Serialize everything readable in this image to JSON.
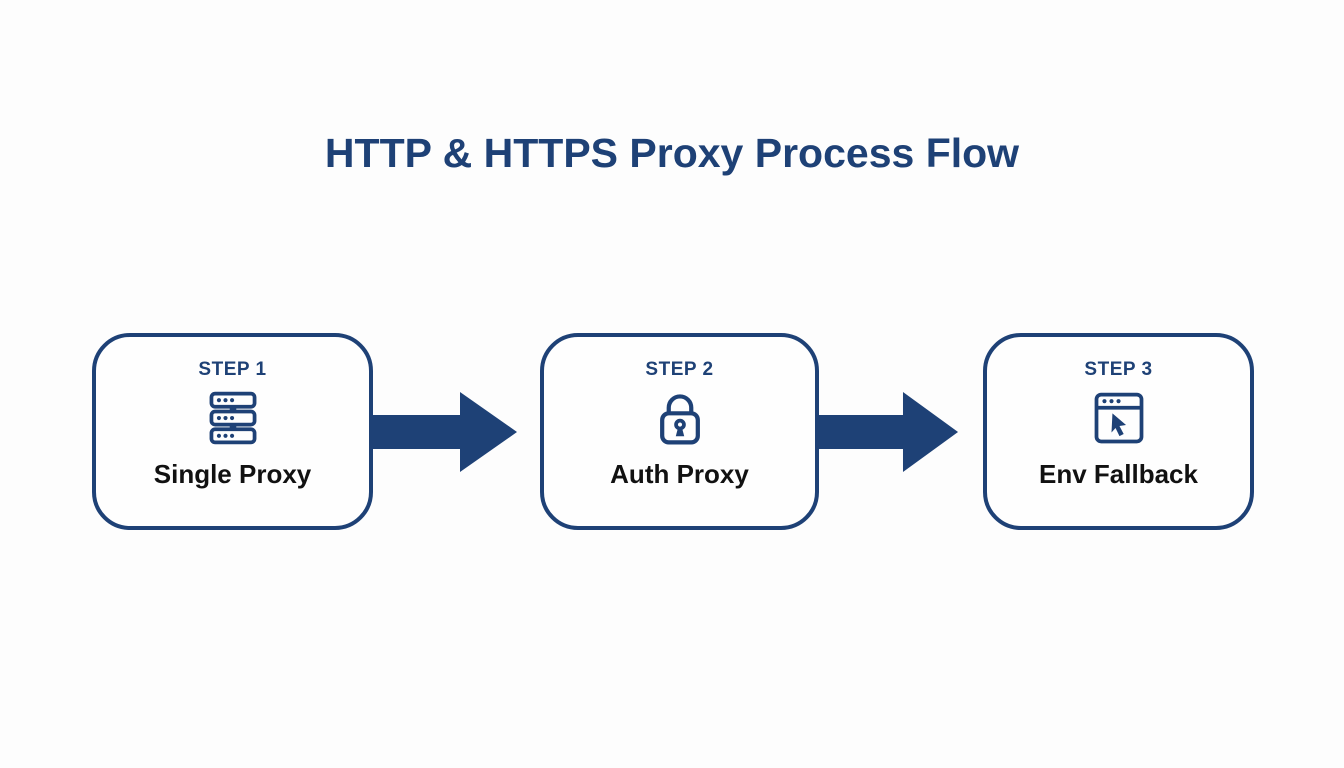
{
  "title": "HTTP & HTTPS Proxy Process Flow",
  "colors": {
    "navy": "#1e4176",
    "label_text": "#111111",
    "background": "#fdfdfd"
  },
  "steps": [
    {
      "step_label": "STEP 1",
      "name": "Single Proxy",
      "icon": "server-stack-icon"
    },
    {
      "step_label": "STEP 2",
      "name": "Auth Proxy",
      "icon": "lock-icon"
    },
    {
      "step_label": "STEP 3",
      "name": "Env Fallback",
      "icon": "browser-cursor-icon"
    }
  ],
  "arrows": [
    {
      "from": "STEP 1",
      "to": "STEP 2",
      "direction": "right"
    },
    {
      "from": "STEP 2",
      "to": "STEP 3",
      "direction": "right"
    }
  ]
}
